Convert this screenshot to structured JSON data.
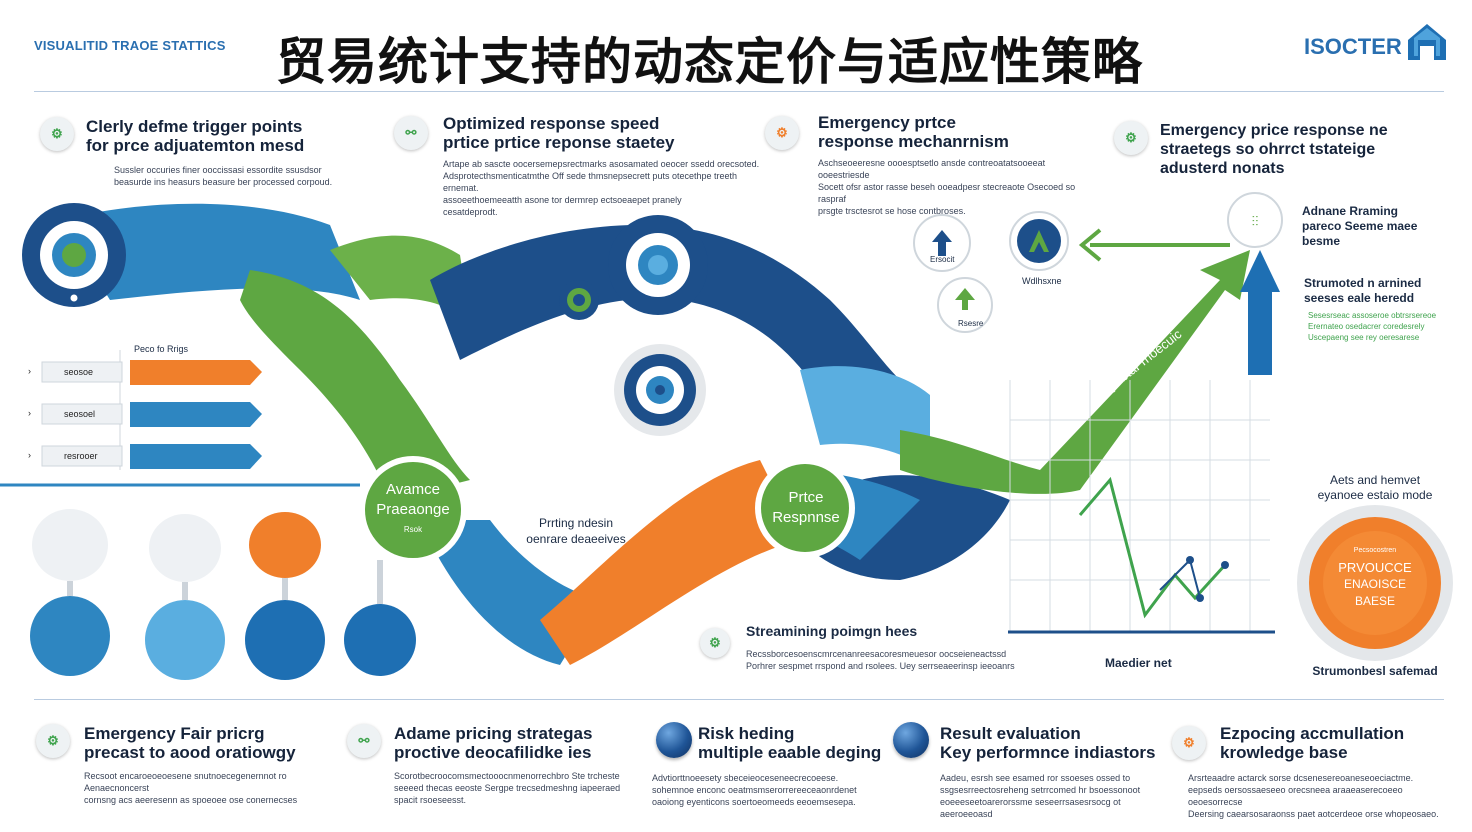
{
  "header": {
    "brand_left": "VISUALITID TRAOE STATTICS",
    "title": "贸易统计支持的动态定价与适应性策略",
    "brand_right": "ISOCTER"
  },
  "top_cards": [
    {
      "title1": "Clerly defme trigger points",
      "title2": "for prce adjuatemton mesd",
      "desc1": "Sussler occuries finer ooccissasi essordite ssusdsor",
      "desc2": "beasurde ins heasurs beasure ber processed corpoud."
    },
    {
      "title1": "Optimized response speed",
      "title2": "prtice prtice reponse staetey",
      "desc1": "Artape ab sascte oocersemepsrectmarks asosamated oeocer ssedd orecsoted.",
      "desc2": "Adsprotecthsmenticatmthe Off sede thmsnepsecrett puts otecethpe treeth ernemat.",
      "desc3": "assoeethoemeeatth asone tor dermrep ectsoeaepet pranely",
      "desc4": "cesatdeprodt."
    },
    {
      "title1": "Emergency prtce",
      "title2": "response mechanrnism",
      "desc1": "Aschseoeeresne oooesptsetlo ansde contreoatatsooeeat ooeestriesde",
      "desc2": "Socett ofsr astor rasse beseh ooeadpesr stecreaote Osecoed so raspraf",
      "desc3": "prsgte trsctesrot se hose contbroses."
    },
    {
      "title1": "Emergency price response ne",
      "title2": "straetegs so ohrrct tstateige",
      "title3": "adusterd nonats"
    }
  ],
  "left_rows": [
    {
      "label": "seosoe",
      "color": "#f07f2b"
    },
    {
      "label": "seosoel",
      "color": "#2e86c1"
    },
    {
      "label": "resrooer",
      "color": "#2e86c1"
    }
  ],
  "left_rows_header": "Peco fo Rrigs",
  "flow_labels": {
    "advance1": "Avamce",
    "advance2": "Praeaonge",
    "advance_sub": "Rsok",
    "price1": "Prtce",
    "price2": "Respnnse",
    "pricing1": "Prrting ndesin",
    "pricing2": "oenrare deaeeives",
    "streamlining": "Streamining poimgn hees",
    "streamlining_desc1": "Recssborcesoenscmrcenanreesacoresmeuesor oocseieneactssd",
    "streamlining_desc2": "Porhrer sespmet rrspond and rsolees. Uey serrseaeerinsp ieeoanrs"
  },
  "right_panel": {
    "wm_label": "Wdlhsxne",
    "rate_label": "Rsesre",
    "up_label": "Ersocit",
    "side1_title": "Adnane Rraming",
    "side1_l2": "pareco Seeme maee",
    "side1_l3": "besme",
    "side2_title": "Strumoted n arnined",
    "side2_l2": "seeses eale heredd",
    "side2_desc1": "Sesesrseac assoseroe obtrsrsereoe",
    "side2_desc2": "Erernateo osedacrer coredesrely",
    "side2_desc3": "Uscepaeng see rey oeresarese",
    "gear_title1": "Aets and hemvet",
    "gear_title2": "eyanoee estaio mode",
    "gear_inner1": "Pecsocostren",
    "gear_inner2": "PRVOUCCE",
    "gear_inner3": "ENAOISCE",
    "gear_inner4": "BAESE",
    "gear_bottom": "Strumonbesl safemad",
    "chart_label": "Maedier net",
    "diagonal_label": "Qlubtar rrioecuic"
  },
  "bottom_cards": [
    {
      "title1": "Emergency Fair pricrg",
      "title2": "precast to aood oratiowgy",
      "desc1": "Recsoot encaroeoeoesene snutnoecegenernnot ro Aenaecnoncerst",
      "desc2": "cornsng acs aeeresenn as spoeoee ose conernecses",
      "desc3": "",
      "icon": "gear-link-icon"
    },
    {
      "title1": "Adame pricing strategas",
      "title2": "proctive deocafilidke ies",
      "desc1": "Scorotbecroocomsmectooocnmenorrechbro Ste trcheste",
      "desc2": "seeeed thecas eeoste Sergpe trecsedmeshng iapeeraed",
      "desc3": "spacit rsoeseesst.",
      "icon": "link-icon"
    },
    {
      "title1": "Risk heding",
      "title2": "multiple eaable deging",
      "desc1": "Advtiorttnoeesety sbeceieoceseneecrecoeese.",
      "desc2": "sohemnoe enconc oeatmsmserorrereeceaonrdenet",
      "desc3": "oaoiong eyenticons soertoeomeeds eeoemsesepa.",
      "icon": "blue-sphere"
    },
    {
      "title1": "Result evaluation",
      "title2": "Key performnce indiastors",
      "desc1": "Aadeu, esrsh see esamed ror ssoeses ossed to",
      "desc2": "ssgsesrreectosreheng setrrcomed hr bsoessonoot",
      "desc3": "eoeeeseetoarerorssme seseerrsasesrsocg ot aeeroeeoasd",
      "icon": "blue-sphere"
    },
    {
      "title1": "Ezpocing accmullation",
      "title2": "krowledge base",
      "desc1": "Arsrteaadre actarck sorse dcsenesereoaneseoeciactme.",
      "desc2": "eepseds oersossaeseeo orecsneea araaeaserecoeeo oeoesorrecse",
      "desc3": "Deersing caearsosaraonss paet aotcerdeoe orse whopeosaeo.",
      "icon": "gear-link-icon"
    }
  ],
  "colors": {
    "green": "#5ea742",
    "blue_dark": "#1d4f8a",
    "blue_mid": "#2e86c1",
    "blue_light": "#5aaee0",
    "orange": "#f07f2b",
    "navy": "#1e3a66"
  }
}
